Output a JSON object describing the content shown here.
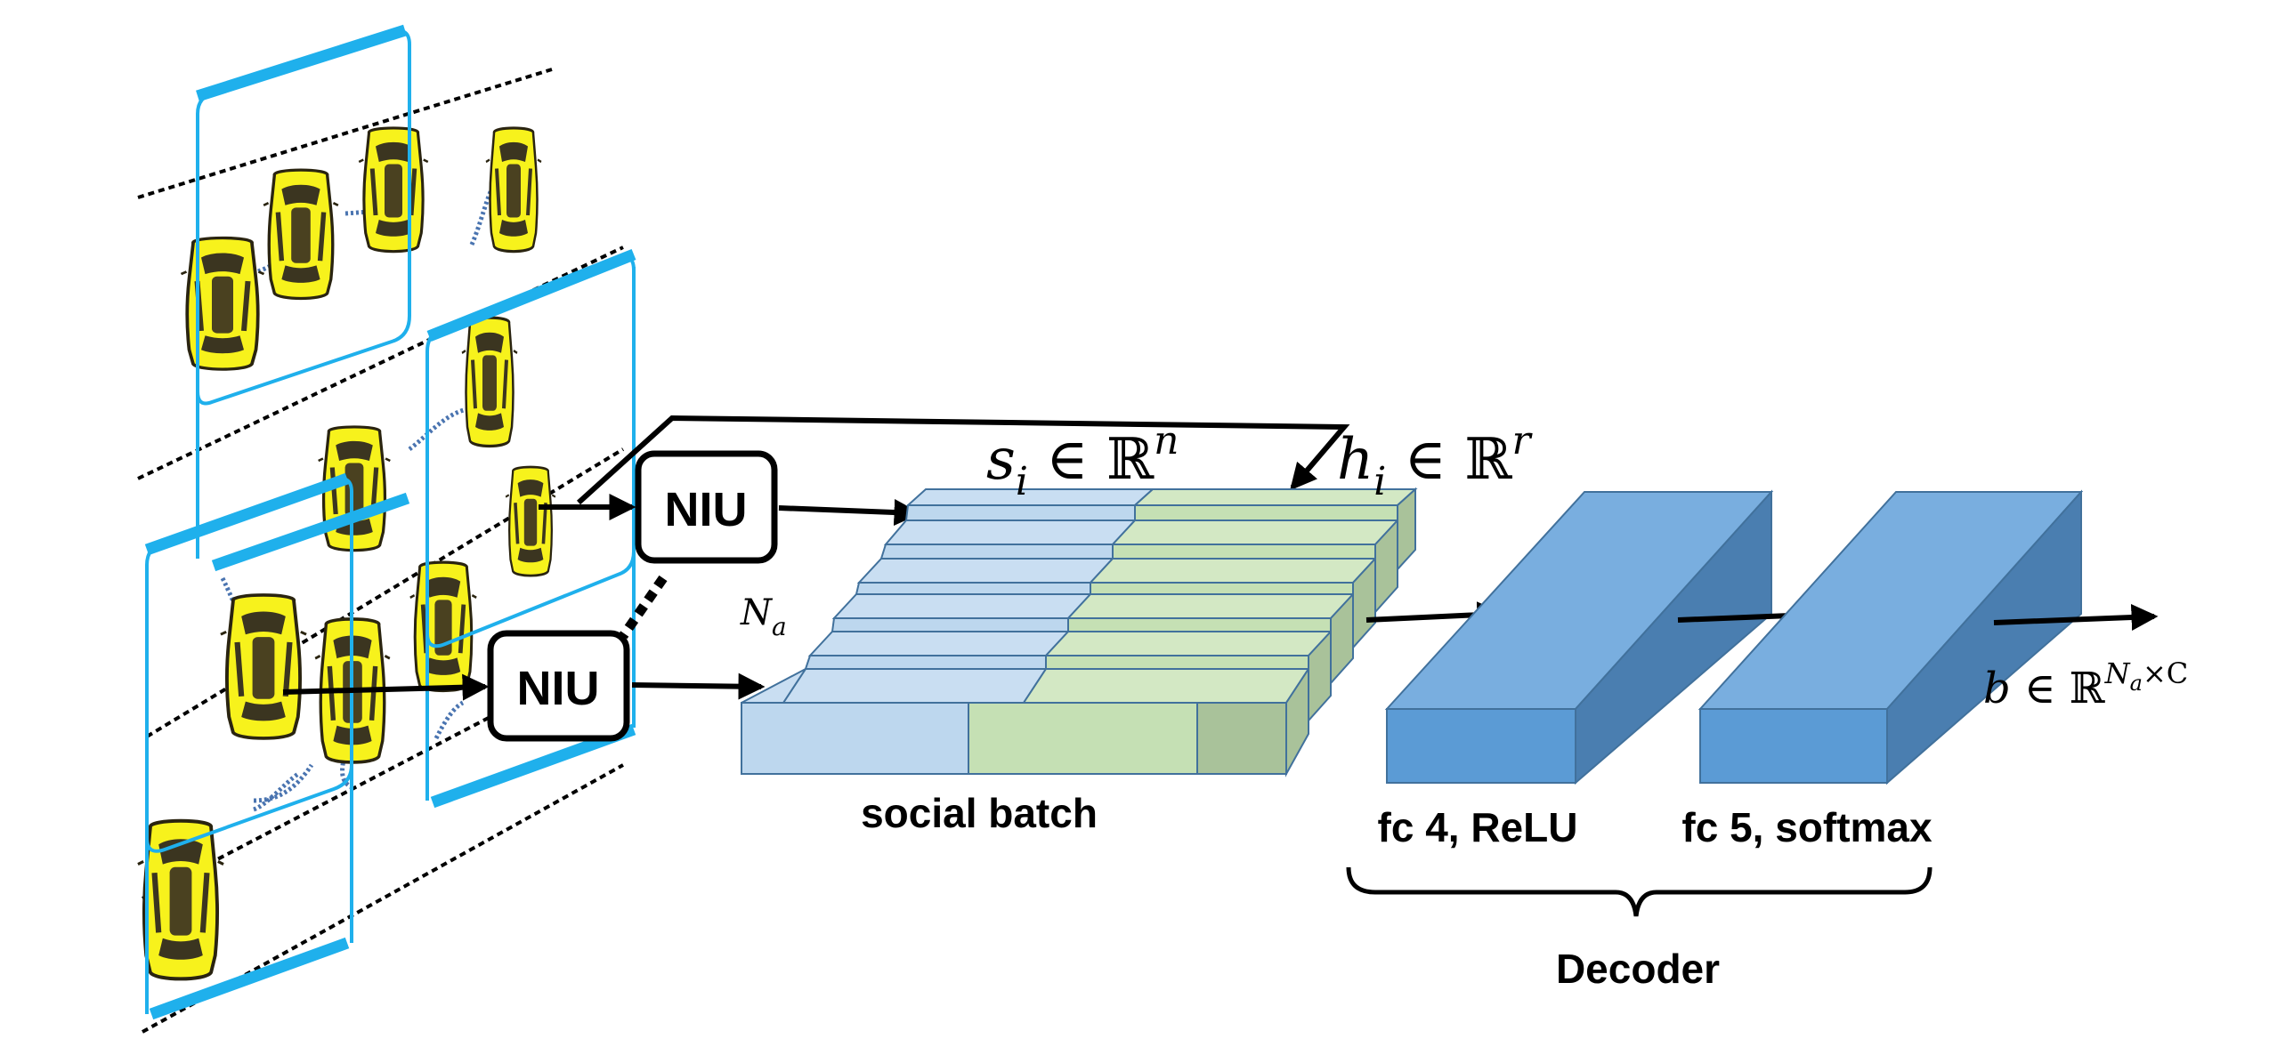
{
  "colors": {
    "frame_blue": "#1fb0ec",
    "car_yellow": "#f7f21c",
    "car_dark": "#3b3520",
    "batch_blue_front": "#bdd7ee",
    "batch_blue_top": "#c9def2",
    "batch_green_front": "#c5e0b4",
    "batch_green_top": "#d3e8c4",
    "batch_green_side": "#a9c29a",
    "fc_front": "#5b9bd5",
    "fc_top": "#79aedf",
    "fc_side": "#4a7eb0",
    "outline": "#41719c",
    "arrow": "#000000"
  },
  "icons": {
    "car": "car-top-view-icon",
    "trajectory": "dotted-trajectory-icon"
  },
  "niu_top": {
    "label": "NIU"
  },
  "niu_bottom": {
    "label": "NIU"
  },
  "social_batch": {
    "label": "social batch",
    "rows_label": {
      "base": "N",
      "sub": "a"
    },
    "s_label": {
      "base": "s",
      "sub": "i",
      "set": " ∈ ℝ",
      "sup": "n"
    },
    "h_label": {
      "base": "h",
      "sub": "i",
      "set": " ∈ ℝ",
      "sup": "r"
    }
  },
  "fc4": {
    "label": "fc 4, ReLU"
  },
  "fc5": {
    "label": "fc 5, softmax"
  },
  "decoder": {
    "label": "Decoder"
  },
  "output": {
    "base": "b",
    "set": " ∈ ℝ",
    "sup_base": "N",
    "sup_sub": "a",
    "sup_tail": "×C"
  }
}
